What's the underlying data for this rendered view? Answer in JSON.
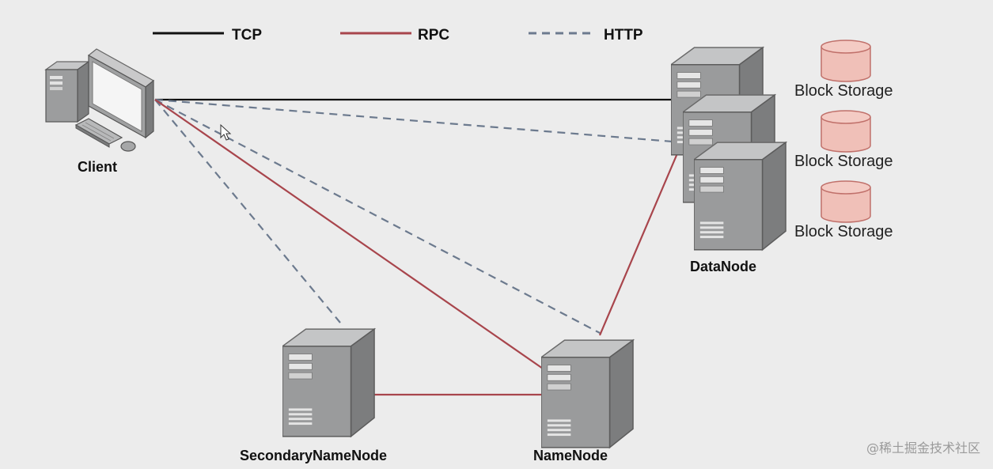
{
  "legend": [
    {
      "id": "tcp",
      "label": "TCP",
      "color": "#111111",
      "style": "solid"
    },
    {
      "id": "rpc",
      "label": "RPC",
      "color": "#a8454c",
      "style": "solid"
    },
    {
      "id": "http",
      "label": "HTTP",
      "color": "#6c7a8e",
      "style": "dashed"
    }
  ],
  "nodes": {
    "client": {
      "label": "Client",
      "icon": "desktop-computer-icon"
    },
    "datanode": {
      "label": "DataNode",
      "icon": "server-tower-icon"
    },
    "secondary_namenode": {
      "label": "SecondaryNameNode",
      "icon": "server-tower-icon"
    },
    "namenode": {
      "label": "NameNode",
      "icon": "server-tower-icon"
    }
  },
  "storage": [
    {
      "label": "Block Storage",
      "icon": "database-cylinder-icon"
    },
    {
      "label": "Block Storage",
      "icon": "database-cylinder-icon"
    },
    {
      "label": "Block Storage",
      "icon": "database-cylinder-icon"
    }
  ],
  "watermark": "@稀土掘金技术社区",
  "colors": {
    "background": "#ececec",
    "server_gray": "#8f9091",
    "storage_fill": "#f0c0b8",
    "storage_stroke": "#c0706a"
  }
}
